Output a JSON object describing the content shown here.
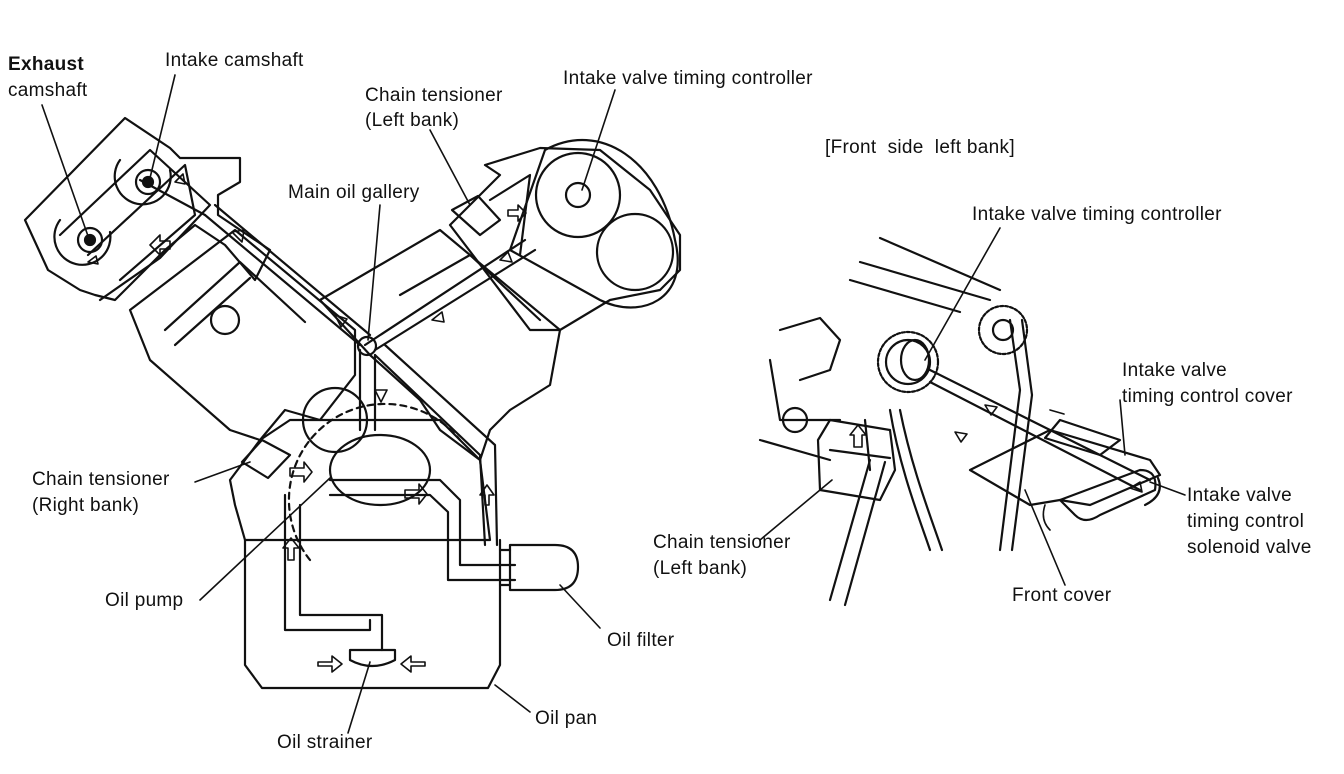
{
  "left_diagram": {
    "labels": {
      "exhaust_camshaft_1": "Exhaust",
      "exhaust_camshaft_2": "camshaft",
      "intake_camshaft": "Intake camshaft",
      "chain_tensioner_left_1": "Chain tensioner",
      "chain_tensioner_left_2": "(Left bank)",
      "intake_valve_timing_controller": "Intake valve timing controller",
      "main_oil_gallery": "Main oil gallery",
      "chain_tensioner_right_1": "Chain tensioner",
      "chain_tensioner_right_2": "(Right bank)",
      "oil_pump": "Oil pump",
      "oil_filter": "Oil filter",
      "oil_pan": "Oil pan",
      "oil_strainer": "Oil strainer"
    }
  },
  "right_diagram": {
    "title": "[Front  side  left bank]",
    "labels": {
      "intake_valve_timing_controller": "Intake valve timing controller",
      "intake_valve_timing_control_cover_1": "Intake valve",
      "intake_valve_timing_control_cover_2": "timing control cover",
      "solenoid_valve_1": "Intake valve",
      "solenoid_valve_2": "timing control",
      "solenoid_valve_3": "solenoid valve",
      "chain_tensioner_1": "Chain tensioner",
      "chain_tensioner_2": "(Left bank)",
      "front_cover": "Front cover"
    }
  },
  "colors": {
    "ink": "#111111",
    "paper": "#ffffff"
  }
}
